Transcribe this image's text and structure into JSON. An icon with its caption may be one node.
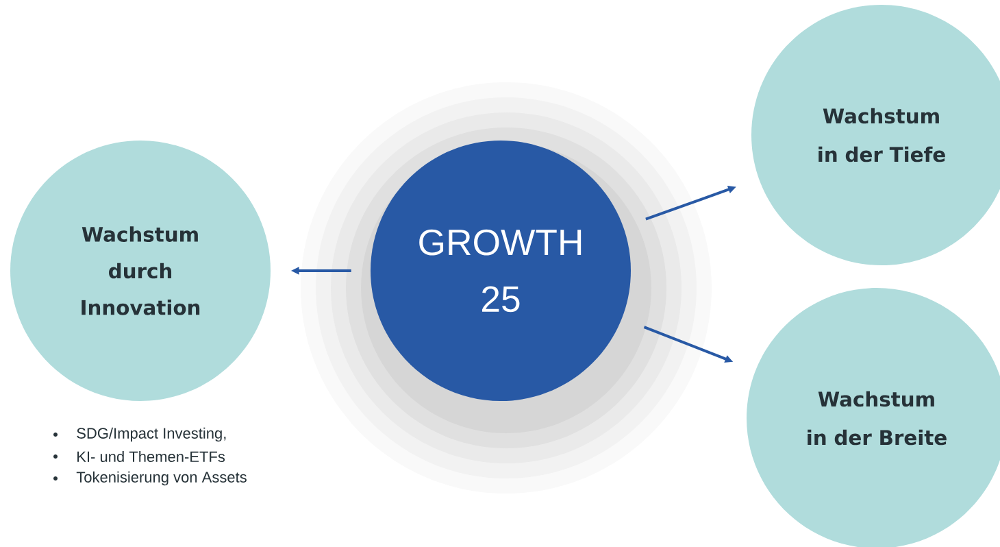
{
  "diagram": {
    "nodes": [
      {
        "text": [
          "Wachstum durch Innovation"
        ]
      },
      {
        "text": [
          "GROWTH 25"
        ]
      },
      {
        "text": [
          "Wachstum in der Tiefe"
        ]
      },
      {
        "text": [
          "Wachstum in der Breite"
        ]
      }
    ],
    "edges": [
      {
        "from": 1,
        "to": 0,
        "arrow": "to"
      },
      {
        "from": 1,
        "to": 2,
        "arrow": "to"
      },
      {
        "from": 1,
        "to": 3,
        "arrow": "to"
      }
    ],
    "labels": [
      "SDG/Impact Investing,",
      "KI- und Themen-ETFs",
      "Tokenisierung von Assets"
    ]
  }
}
